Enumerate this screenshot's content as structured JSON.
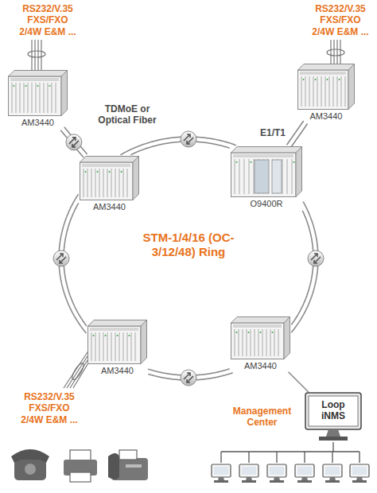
{
  "diagram": {
    "nodes": [
      {
        "text": [
          "AM3440"
        ]
      },
      {
        "text": [
          "AM3440"
        ]
      },
      {
        "text": [
          "AM3440"
        ]
      },
      {
        "text": [
          "O9400R"
        ]
      },
      {
        "text": [
          "AM3440"
        ]
      },
      {
        "text": [
          "AM3440"
        ]
      },
      {
        "text": [
          "Loop iNMS"
        ]
      }
    ],
    "edges": [
      {
        "from": 0,
        "to": 2,
        "arrow": "none"
      },
      {
        "from": 1,
        "to": 3,
        "arrow": "none"
      },
      {
        "from": 2,
        "to": 3,
        "arrow": "none"
      },
      {
        "from": 3,
        "to": 5,
        "arrow": "none"
      },
      {
        "from": 5,
        "to": 4,
        "arrow": "none"
      },
      {
        "from": 4,
        "to": 2,
        "arrow": "none"
      },
      {
        "from": 5,
        "to": 6,
        "arrow": "none"
      }
    ],
    "labels": [
      "RS232/V.35 FXS/FXO 2/4W E&M ...",
      "RS232/V.35 FXS/FXO 2/4W E&M ...",
      "TDMoE or Optical Fiber",
      "E1/T1",
      "STM-1/4/16 (OC-3/12/48) Ring",
      "RS232/V.35 FXS/FXO 2/4W E&M ...",
      "Management Center"
    ]
  }
}
